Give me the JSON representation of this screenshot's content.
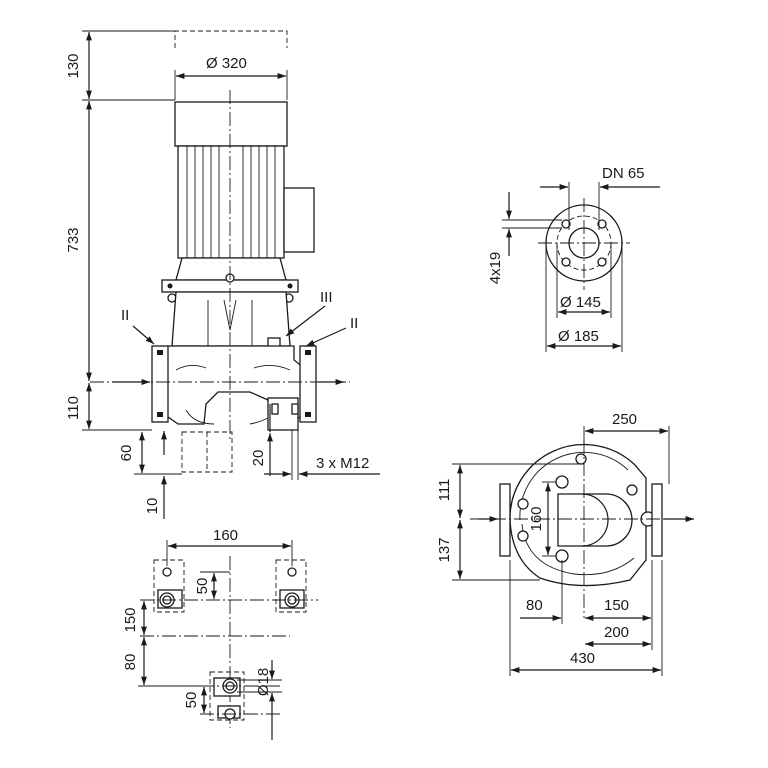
{
  "drawing": {
    "side_view": {
      "dim_motor_diameter": "Ø 320",
      "dim_top_clearance": "130",
      "dim_overall_height": "733",
      "dim_base_to_axis": "110",
      "dim_foot_height": "60",
      "dim_foot_offset": "10",
      "dim_foot_bolt": "20",
      "bolt_callout": "3 x M12",
      "marker_left": "II",
      "marker_center": "III",
      "marker_right": "II"
    },
    "flange_view": {
      "nominal_size": "DN 65",
      "holes": "4x19",
      "bolt_circle": "Ø 145",
      "outer_diameter": "Ø 185"
    },
    "top_view": {
      "dim_250": "250",
      "dim_111": "111",
      "dim_160": "160",
      "dim_137": "137",
      "dim_80": "80",
      "dim_150": "150",
      "dim_200": "200",
      "dim_430": "430"
    },
    "foot_layout": {
      "dim_160": "160",
      "dim_50_upper": "50",
      "dim_150": "150",
      "dim_80": "80",
      "dim_50_lower": "50",
      "dim_hole": "Ø18"
    }
  }
}
